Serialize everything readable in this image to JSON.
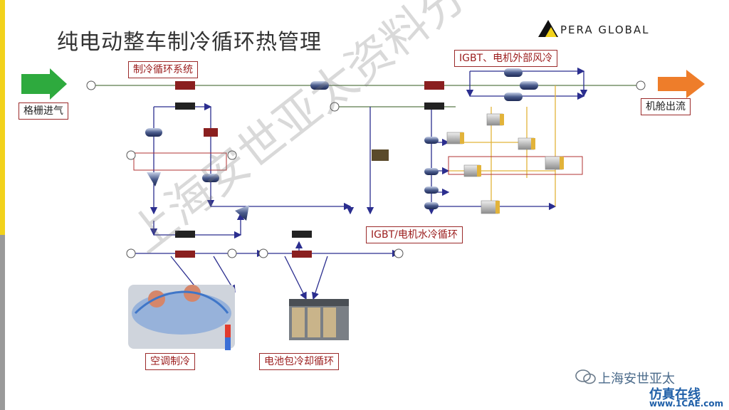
{
  "title": "纯电动整车制冷循环热管理",
  "logo": {
    "text": "PERA GLOBAL"
  },
  "labels": {
    "inlet": "格栅进气",
    "outlet": "机舱出流",
    "refrigeration_system": "制冷循环系统",
    "igbt_motor_air": "IGBT、电机外部风冷",
    "igbt_motor_water": "IGBT/电机水冷循环",
    "ac_cooling": "空调制冷",
    "battery_cooling": "电池包冷却循环"
  },
  "watermark": "上海安世亚太资料分享",
  "footer": {
    "brand": "上海安世亚太",
    "site_name": "仿真在线",
    "site_url": "www.1CAE.com"
  },
  "colors": {
    "accent_yellow": "#f2d21b",
    "inlet_arrow": "#2eaa3e",
    "outlet_arrow": "#ee7d2a",
    "label_red": "#9b1c1c",
    "flow_line": "#2b2e8f"
  }
}
